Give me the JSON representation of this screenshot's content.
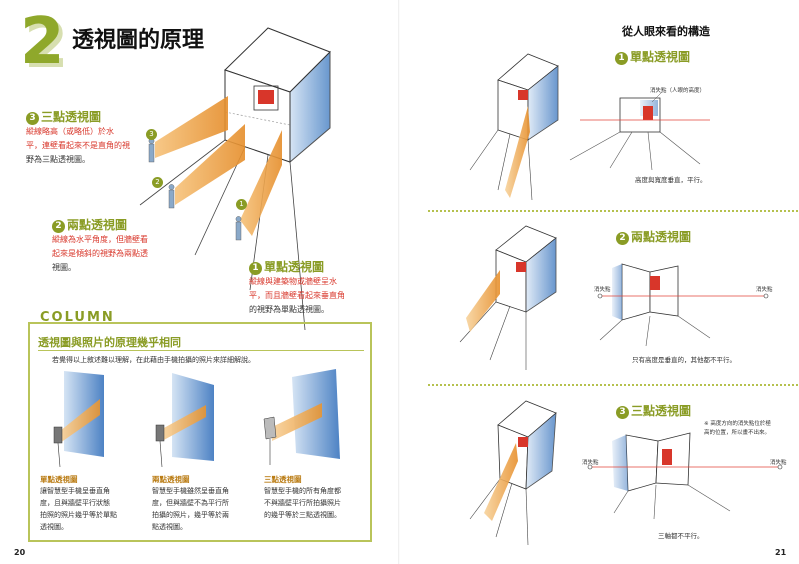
{
  "left_page": {
    "chapter_number": "2",
    "chapter_title": "透視圖的原理",
    "three_point": {
      "num": "3",
      "heading": "三點透視圖",
      "lines": [
        "縱線略高（或略低）於水",
        "平，連壁看起來不是直角的視",
        "野為三點透視圖。"
      ]
    },
    "two_point": {
      "num": "2",
      "heading": "兩點透視圖",
      "lines": [
        "縱線為水平角度，但牆壁看",
        "起來是傾斜的視野為兩點透",
        "視圖。"
      ]
    },
    "one_point": {
      "num": "1",
      "heading": "單點透視圖",
      "lines": [
        "縱線與建築物或牆壁呈水",
        "平，而且牆壁看起來垂直角",
        "的視野為單點透視圖。"
      ]
    },
    "figure_markers": [
      "3",
      "2",
      "1"
    ],
    "column": {
      "label": "COLUMN",
      "title": "透視圖與照片的原理幾乎相同",
      "intro": "若覺得以上敘述難以理解，在此藉由手機拍攝的照片來詳細解說。",
      "items": [
        {
          "title": "單點透視圖",
          "lines": [
            "讓智慧型手機呈垂直角",
            "度，且與牆壁平行狀態",
            "拍照的照片幾乎等於單點",
            "透視圖。"
          ]
        },
        {
          "title": "兩點透視圖",
          "lines": [
            "智慧型手機雖然呈垂直角",
            "度，但與牆壁不為平行所",
            "拍攝的照片，幾乎等於兩",
            "點透視圖。"
          ]
        },
        {
          "title": "三點透視圖",
          "lines": [
            "智慧型手機的所有角度都",
            "不與牆壁平行所拍攝照片",
            "的幾乎等於三點透視圖。"
          ]
        }
      ]
    },
    "page_number": "20"
  },
  "right_page": {
    "title": "從人眼來看的構造",
    "one_point": {
      "num": "1",
      "heading": "單點透視圖",
      "vp_label": "消失點（人眼的高度）",
      "caption": "高度與寬度垂直，平行。"
    },
    "two_point": {
      "num": "2",
      "heading": "兩點透視圖",
      "vp_left": "消失點",
      "vp_right": "消失點",
      "caption": "只有高度是垂直的，其他都不平行。"
    },
    "three_point": {
      "num": "3",
      "heading": "三點透視圖",
      "note_lines": [
        "※ 高度方向的消失點位於極",
        "高的位置，所以畫不出來。"
      ],
      "vp_left": "消失點",
      "vp_right": "消失點",
      "caption": "三軸都不平行。"
    },
    "page_number": "21"
  },
  "colors": {
    "accent": "#8a9c25",
    "highlight": "#d8362a",
    "sight": "#f0a640",
    "wall_blue": "#7aa7d6",
    "horizon": "#e0453a"
  }
}
